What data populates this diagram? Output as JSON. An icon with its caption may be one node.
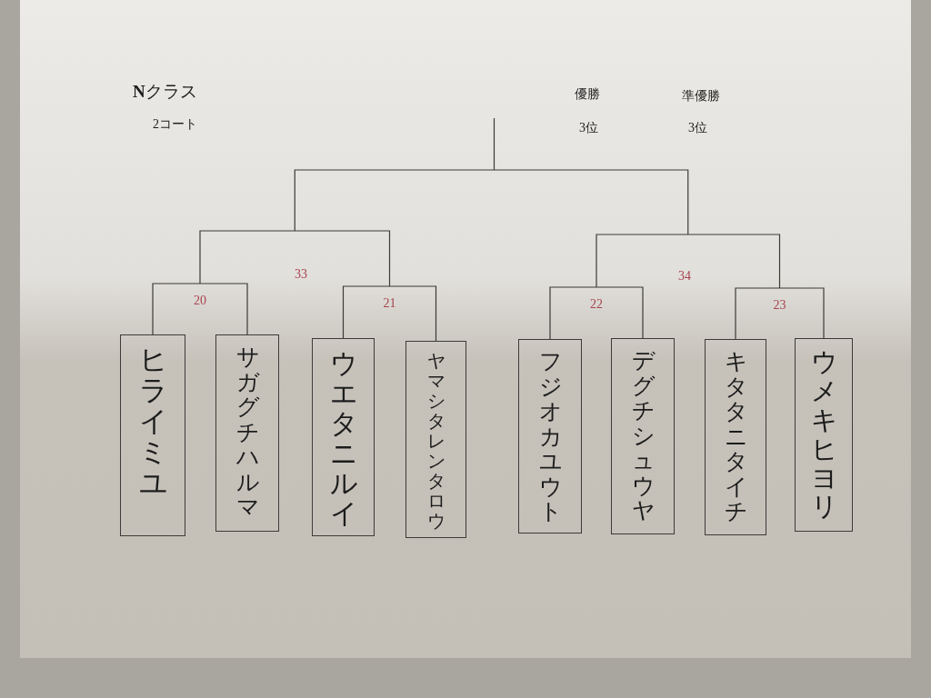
{
  "diagram": {
    "title": "**N**クラス",
    "nodes": [
      {
        "text": [
          "ヒライミユ"
        ]
      },
      {
        "text": [
          "サガグチハルマ"
        ]
      },
      {
        "text": [
          "ウエタニルイ"
        ]
      },
      {
        "text": [
          "ヤマシタレンタロウ"
        ]
      },
      {
        "text": [
          "フジオカユウト"
        ]
      },
      {
        "text": [
          "デグチシュウヤ"
        ]
      },
      {
        "text": [
          "キタタニタイチ"
        ]
      },
      {
        "text": [
          "ウメキヒヨリ"
        ]
      }
    ],
    "edges": [
      {
        "from": 0,
        "to": 1,
        "arrow": "none",
        "label": "20"
      },
      {
        "from": 2,
        "to": 3,
        "arrow": "none",
        "label": "21"
      },
      {
        "from": 4,
        "to": 5,
        "arrow": "none",
        "label": "22"
      },
      {
        "from": 6,
        "to": 7,
        "arrow": "none",
        "label": "23"
      }
    ],
    "labels": [
      "2コート",
      "優勝",
      "準優勝",
      "3位",
      "3位",
      "33",
      "34"
    ]
  }
}
